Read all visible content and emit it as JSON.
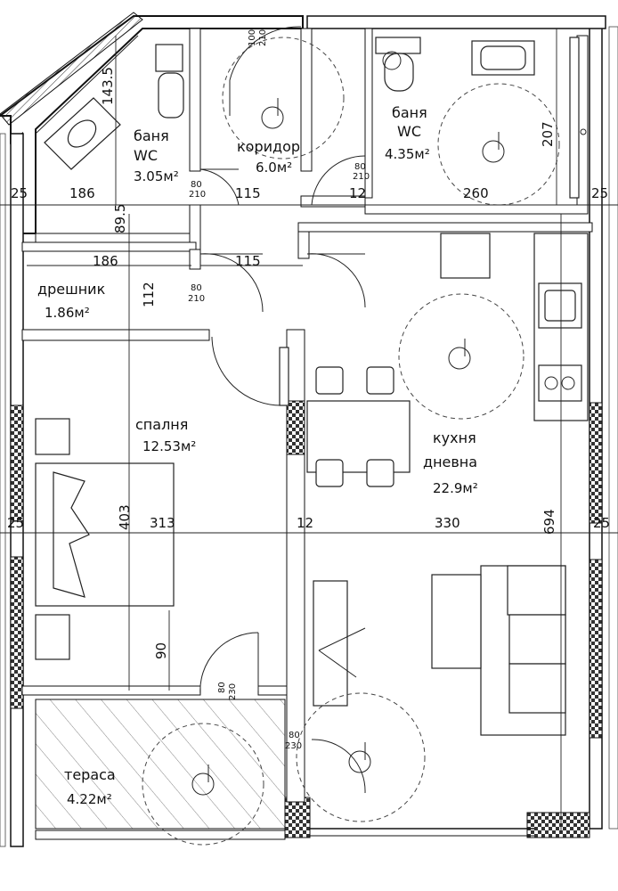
{
  "rooms": {
    "bath_left": {
      "name": "баня",
      "name2": "WC",
      "area": "3.05м²"
    },
    "corridor": {
      "name": "коридор",
      "area": "6.0м²"
    },
    "bath_right": {
      "name": "баня",
      "name2": "WC",
      "area": "4.35м²"
    },
    "wardrobe": {
      "name": "дрешник",
      "area": "1.86м²"
    },
    "bedroom": {
      "name": "спалня",
      "area": "12.53м²"
    },
    "kitchen": {
      "name": "кухня",
      "name2": "дневна",
      "area": "22.9м²"
    },
    "terrace": {
      "name": "тераса",
      "area": "4.22м²"
    }
  },
  "dimensions": {
    "d_143_5": "143.5",
    "d_25_top_left": "25",
    "d_186_a": "186",
    "d_89_5": "89.5",
    "d_115_a": "115",
    "d_12_a": "12",
    "d_260": "260",
    "d_207": "207",
    "d_25_top_right": "25",
    "d_186_b": "186",
    "d_115_b": "115",
    "d_112": "112",
    "d_403": "403",
    "d_313": "313",
    "d_12_b": "12",
    "d_330": "330",
    "d_694": "694",
    "d_90": "90",
    "d_25_mid_left": "25",
    "d_25_mid_right": "25"
  },
  "door_labels": {
    "door_corridor_top": {
      "w": "100",
      "h": "210"
    },
    "door_bath_left": {
      "w": "80",
      "h": "210"
    },
    "door_bath_right": {
      "w": "80",
      "h": "210"
    },
    "door_wardrobe": {
      "w": "80",
      "h": "210"
    },
    "door_bedroom_terrace": {
      "w": "80",
      "h": "230"
    },
    "door_kitchen_terrace": {
      "w": "80",
      "h": "230"
    }
  }
}
